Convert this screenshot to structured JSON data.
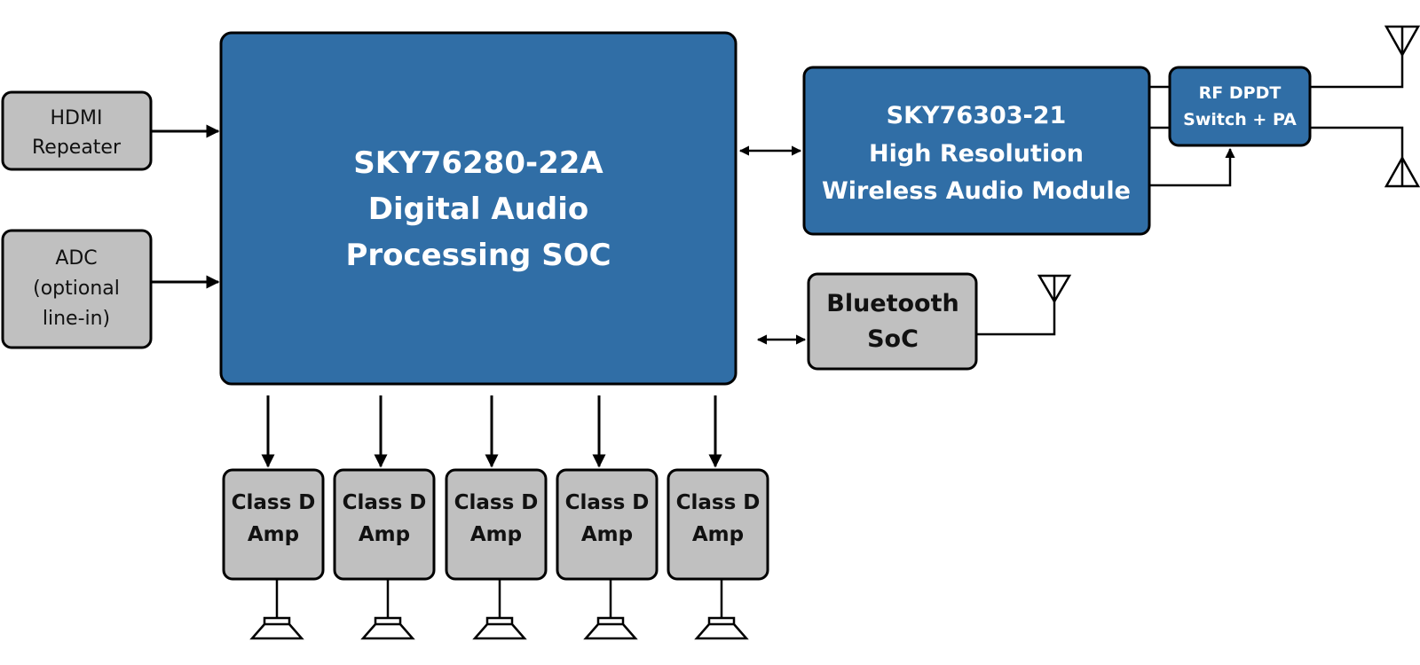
{
  "colors": {
    "primary_block": "#306ea6",
    "secondary_block": "#c0c0c0",
    "line": "#000000"
  },
  "blocks": {
    "soc": {
      "lines": [
        "SKY76280-22A",
        "Digital Audio",
        "Processing SOC"
      ]
    },
    "hdmi": {
      "lines": [
        "HDMI",
        "Repeater"
      ]
    },
    "adc": {
      "lines": [
        "ADC",
        "(optional",
        "line-in)"
      ]
    },
    "wireless": {
      "lines": [
        "SKY76303-21",
        "High Resolution",
        "Wireless Audio Module"
      ]
    },
    "rf_switch": {
      "lines": [
        "RF DPDT",
        "Switch + PA"
      ]
    },
    "bluetooth": {
      "lines": [
        "Bluetooth",
        "SoC"
      ]
    },
    "amps": [
      {
        "lines": [
          "Class D",
          "Amp"
        ]
      },
      {
        "lines": [
          "Class D",
          "Amp"
        ]
      },
      {
        "lines": [
          "Class D",
          "Amp"
        ]
      },
      {
        "lines": [
          "Class D",
          "Amp"
        ]
      },
      {
        "lines": [
          "Class D",
          "Amp"
        ]
      }
    ]
  },
  "icons": {
    "antenna": "antenna-icon",
    "speaker": "speaker-icon"
  }
}
